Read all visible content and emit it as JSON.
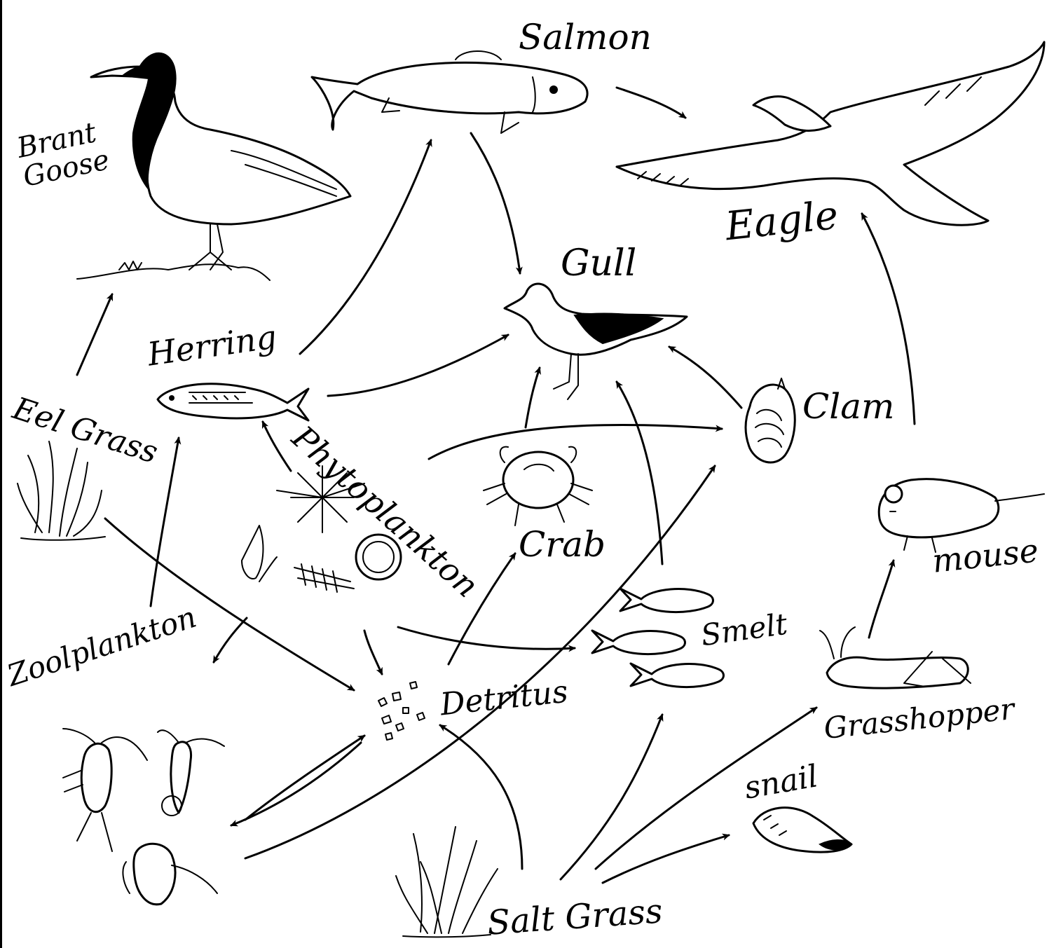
{
  "diagram": {
    "organisms": {
      "brant_goose": "Brant\nGoose",
      "salmon": "Salmon",
      "eagle": "Eagle",
      "gull": "Gull",
      "herring": "Herring",
      "eel_grass": "Eel Grass",
      "phytoplankton": "Phytoplankton",
      "clam": "Clam",
      "crab": "Crab",
      "mouse": "mouse",
      "smelt": "Smelt",
      "zooplankton": "Zoolplankton",
      "detritus": "Detritus",
      "grasshopper": "Grasshopper",
      "snail": "snail",
      "salt_grass": "Salt Grass"
    },
    "arrows": [
      {
        "from": "Eel Grass",
        "to": "Brant Goose"
      },
      {
        "from": "Eel Grass",
        "to": "Detritus"
      },
      {
        "from": "Herring",
        "to": "Salmon"
      },
      {
        "from": "Herring",
        "to": "Gull"
      },
      {
        "from": "Salmon",
        "to": "Eagle"
      },
      {
        "from": "Salmon",
        "to": "Gull"
      },
      {
        "from": "Phytoplankton",
        "to": "Herring"
      },
      {
        "from": "Phytoplankton",
        "to": "Clam"
      },
      {
        "from": "Phytoplankton",
        "to": "Zoolplankton"
      },
      {
        "from": "Phytoplankton",
        "to": "Detritus"
      },
      {
        "from": "Phytoplankton",
        "to": "Smelt"
      },
      {
        "from": "Crab",
        "to": "Gull"
      },
      {
        "from": "Clam",
        "to": "Gull"
      },
      {
        "from": "Smelt",
        "to": "Gull"
      },
      {
        "from": "mouse",
        "to": "Eagle"
      },
      {
        "from": "Zoolplankton",
        "to": "Herring"
      },
      {
        "from": "Zoolplankton",
        "to": "Detritus"
      },
      {
        "from": "Detritus",
        "to": "Zoolplankton"
      },
      {
        "from": "Zoolplankton",
        "to": "Clam"
      },
      {
        "from": "Detritus",
        "to": "Crab"
      },
      {
        "from": "Grasshopper",
        "to": "mouse"
      },
      {
        "from": "Salt Grass",
        "to": "Detritus"
      },
      {
        "from": "Salt Grass",
        "to": "Smelt"
      },
      {
        "from": "Salt Grass",
        "to": "Grasshopper"
      },
      {
        "from": "Salt Grass",
        "to": "snail"
      }
    ]
  }
}
